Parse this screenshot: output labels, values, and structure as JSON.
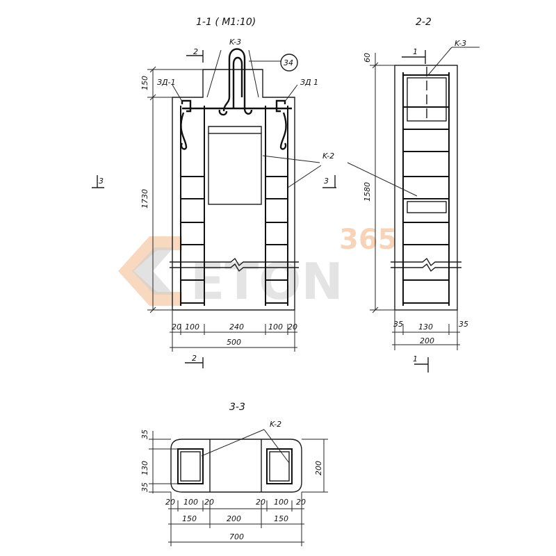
{
  "watermark": {
    "brand": "ETON",
    "number": "365",
    "colors": {
      "orange": "#f2b98a",
      "gray": "#cfcfcf"
    }
  },
  "sections": {
    "s11": {
      "title": "1-1 ( M1:10)"
    },
    "s22": {
      "title": "2-2"
    },
    "s33": {
      "title": "3-3"
    }
  },
  "labels": {
    "k3_a": "K-3",
    "k3_b": "K-3",
    "k2_a": "K-2",
    "k2_b": "K-2",
    "zd1_left": "ЗД-1",
    "zd1_right": "ЗД 1",
    "circle": "34",
    "cut2_top": "2",
    "cut2_bottom": "2",
    "cut1_top": "1",
    "cut1_bottom": "1",
    "cut3_left": "3",
    "cut3_mid": "3"
  },
  "dims": {
    "h150": "150",
    "h1730": "1730",
    "h60": "60",
    "h1580": "1580",
    "d20a": "20",
    "d100a": "100",
    "d240": "240",
    "d100b": "100",
    "d20b": "20",
    "d500": "500",
    "d35a": "35",
    "d130": "130",
    "d35b": "35",
    "d200": "200",
    "v35a": "35",
    "v130": "130",
    "v35b": "35",
    "v200": "200",
    "b20a": "20",
    "b100a": "100",
    "b20b": "20",
    "b20c": "20",
    "b100b": "100",
    "b20d": "20",
    "b150a": "150",
    "b200": "200",
    "b150b": "150",
    "b700": "700"
  }
}
